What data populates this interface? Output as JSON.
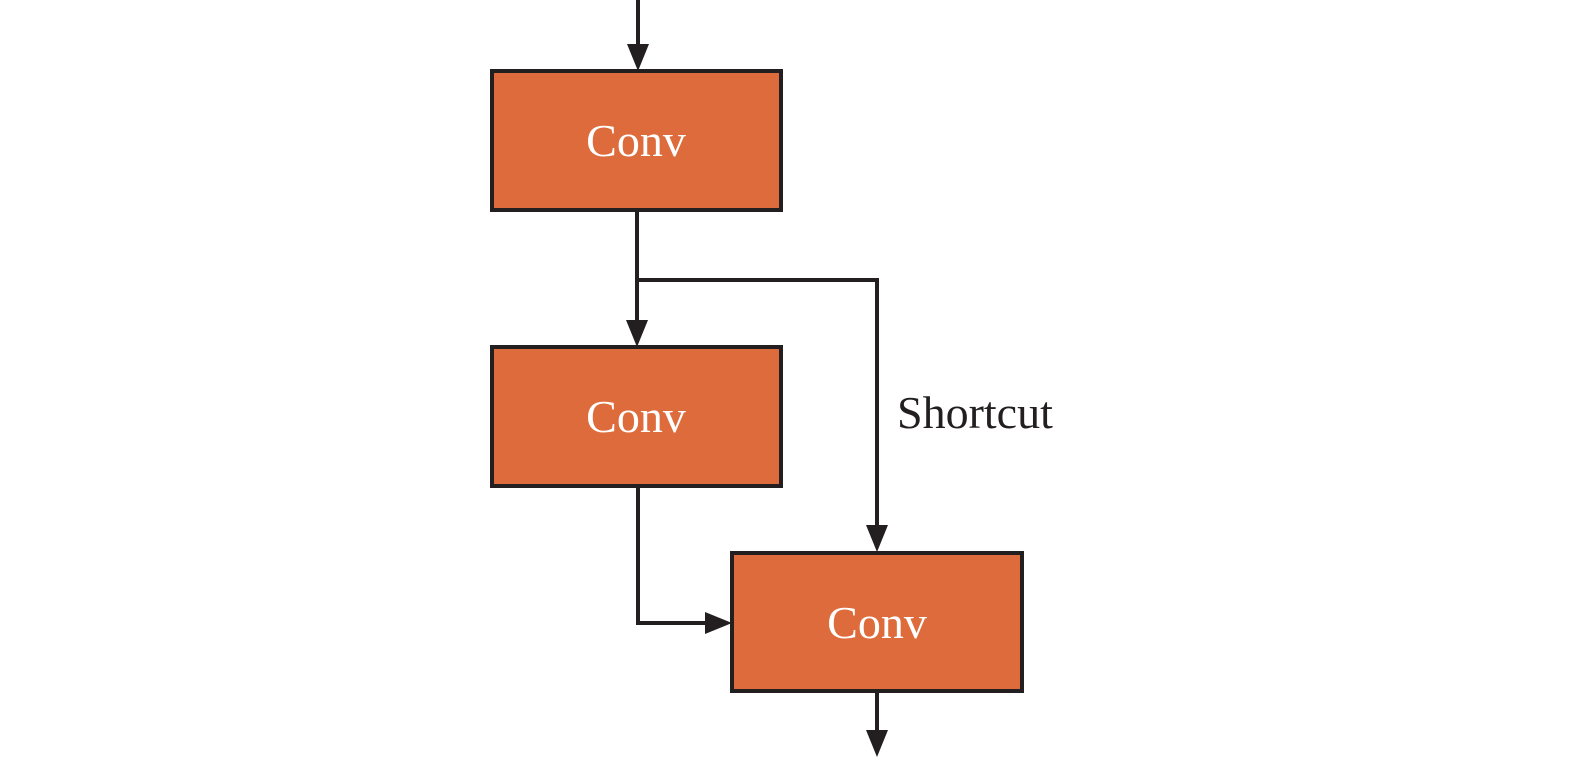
{
  "diagram": {
    "type": "flowchart",
    "description": "Residual convolution block with shortcut connection",
    "colors": {
      "background": "#ffffff",
      "box_fill": "#DD6B3B",
      "box_stroke": "#231F20",
      "line_color": "#231F20",
      "box_text_color": "#ffffff",
      "label_text_color": "#231F20"
    },
    "boxes": [
      {
        "id": "conv1",
        "label": "Conv"
      },
      {
        "id": "conv2",
        "label": "Conv"
      },
      {
        "id": "conv3",
        "label": "Conv"
      }
    ],
    "edges": [
      {
        "from": "input",
        "to": "conv1"
      },
      {
        "from": "conv1",
        "to": "conv2"
      },
      {
        "from": "conv1",
        "to": "conv3",
        "label": "Shortcut"
      },
      {
        "from": "conv2",
        "to": "conv3"
      },
      {
        "from": "conv3",
        "to": "output"
      }
    ],
    "shortcut_label": "Shortcut"
  }
}
